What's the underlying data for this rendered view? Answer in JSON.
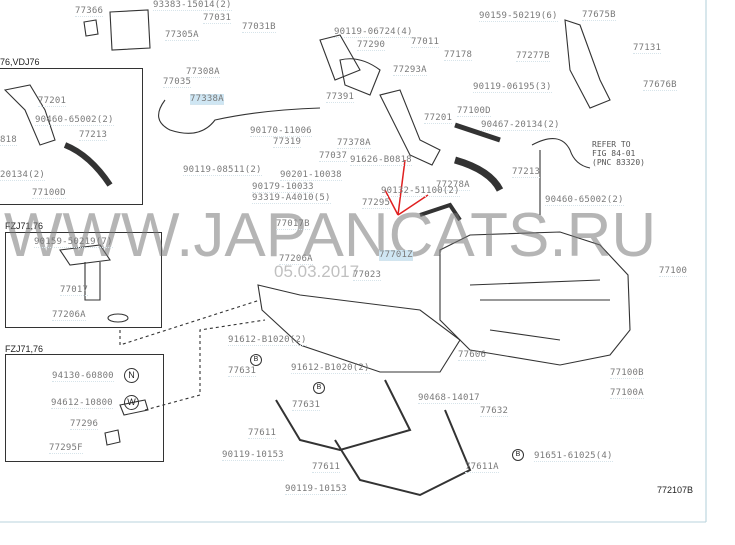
{
  "diagram_id": "772107B",
  "watermark": {
    "site": "WWW.JAPANCATS.RU",
    "date": "05.03.2017"
  },
  "headers": {
    "top_left": "76,VDJ76",
    "box1": "FZJ71,76",
    "box2": "FZJ71,76"
  },
  "refer_note": {
    "line1": "REFER TO",
    "line2": "FIG 84-01",
    "line3": "(PNC 83320)"
  },
  "parts": {
    "p77366": "77366",
    "p93383": "93383-15014(2)",
    "p77305A": "77305A",
    "p77031": "77031",
    "p77031B": "77031B",
    "p90119_06724": "90119-06724(4)",
    "p77290": "77290",
    "p77293A": "77293A",
    "p77011": "77011",
    "p77178": "77178",
    "p90159_50219_6": "90159-50219(6)",
    "p77675B": "77675B",
    "p77131": "77131",
    "p77277B": "77277B",
    "p90119_06195": "90119-06195(3)",
    "p77676B": "77676B",
    "p77308A": "77308A",
    "p77035": "77035",
    "p77338A": "77338A",
    "p77391": "77391",
    "p77201": "77201",
    "p77100D": "77100D",
    "p90467": "90467-20134(2)",
    "p90170": "90170-11006",
    "p77319": "77319",
    "p77378A": "77378A",
    "p77037": "77037",
    "p91626": "91626-B0818",
    "p90201": "90201-10038",
    "p90119_08511": "90119-08511(2)",
    "p77213": "77213",
    "p90179": "90179-10033",
    "p93319": "93319-A4010(5)",
    "p77278A": "77278A",
    "p90132": "90132-51100(2)",
    "p90460": "90460-65002(2)",
    "p77295": "77295",
    "p77017B": "77017B",
    "p77701": "77701Z",
    "p77206A": "77206A",
    "p77023": "77023",
    "p77100": "77100",
    "l_77201": "77201",
    "l_90460": "90460-65002(2)",
    "l_77213": "77213",
    "l_818": "818",
    "l_20134": "20134(2)",
    "l_77100D": "77100D",
    "b1_90159": "90159-50219(7)",
    "b1_77017": "77017",
    "b1_77206A": "77206A",
    "b2_94130": "94130-60800",
    "b2_94612": "94612-10800",
    "b2_77296": "77296",
    "b2_77295F": "77295F",
    "p91612_a": "91612-B1020(2)",
    "p77631_a": "77631",
    "p91612_b": "91612-B1020(2)",
    "p77631_b": "77631",
    "p77611_a": "77611",
    "p90119_10153_a": "90119-10153",
    "p77611_b": "77611",
    "p90119_10153_b": "90119-10153",
    "p77606": "77606",
    "p77100B": "77100B",
    "p77100A": "77100A",
    "p90468": "90468-14017",
    "p77632": "77632",
    "p91651": "91651-61025(4)",
    "p77611A": "77611A"
  },
  "symbols": {
    "nut": "N",
    "washer": "W",
    "bolt": "B"
  },
  "colors": {
    "label": "#7a7a7a",
    "highlight": "#cfe6f3",
    "arrow": "#e02020",
    "frame": "#b9d3dc"
  }
}
